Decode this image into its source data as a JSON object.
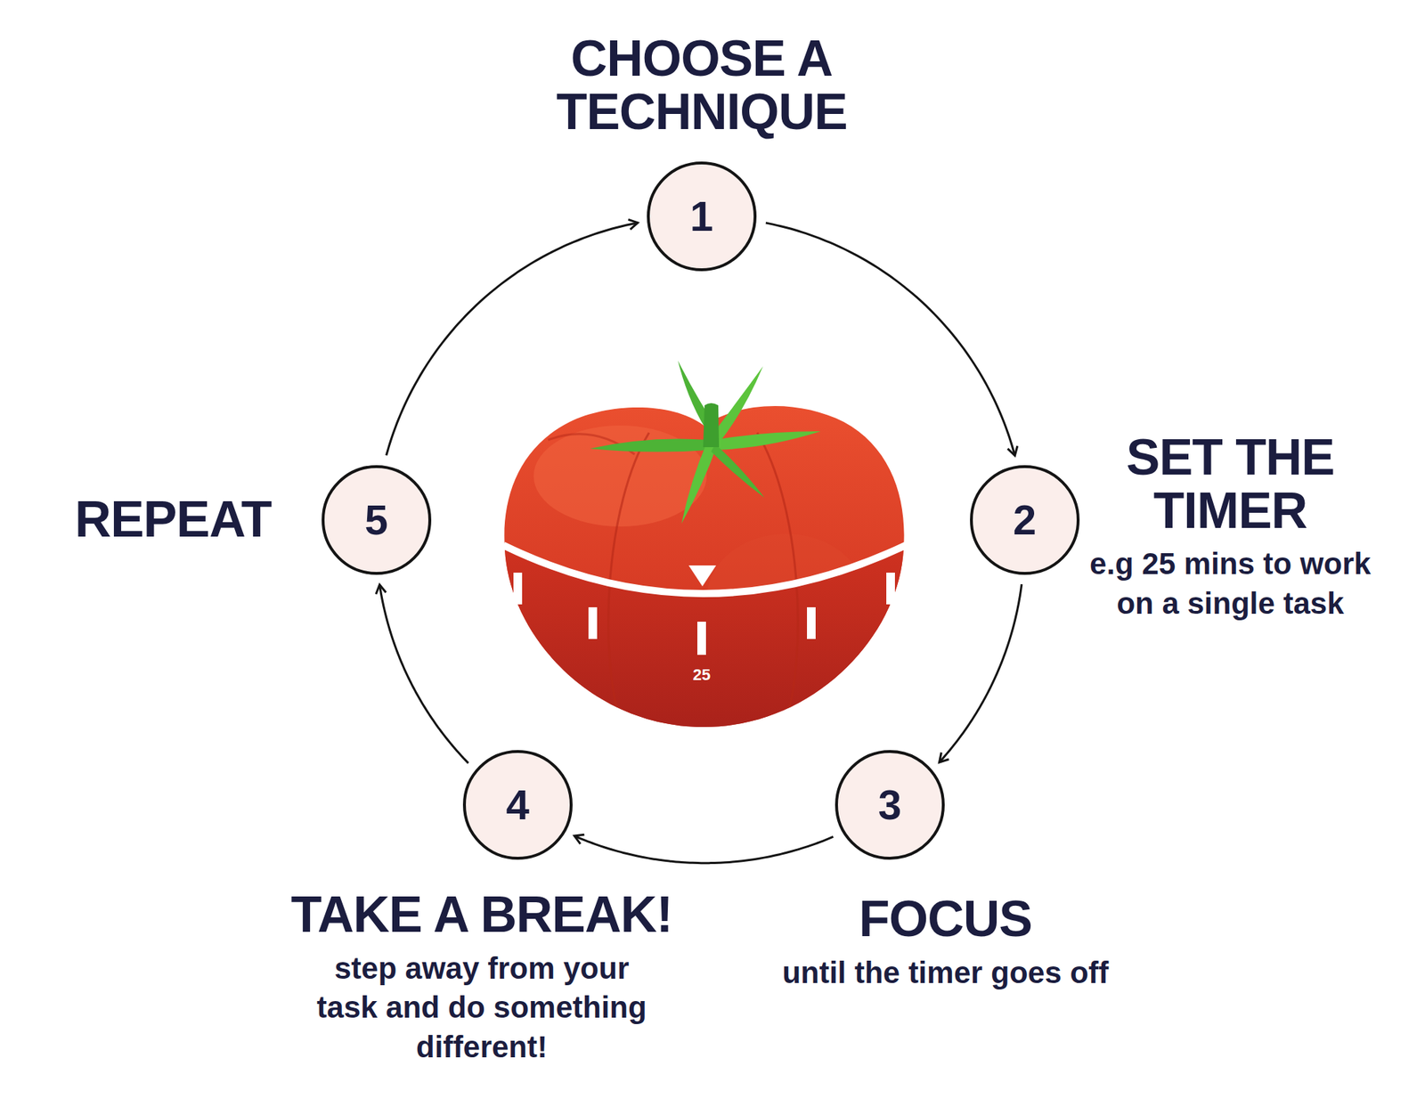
{
  "diagram": {
    "nodes": [
      {
        "text": [
          "1",
          "CHOOSE A TECHNIQUE"
        ]
      },
      {
        "text": [
          "2",
          "SET THE TIMER",
          "e.g 25 mins to work on a single task"
        ]
      },
      {
        "text": [
          "3",
          "FOCUS",
          "until the timer goes off"
        ]
      },
      {
        "text": [
          "4",
          "TAKE A BREAK!",
          "step away from your task and do something different!"
        ]
      },
      {
        "text": [
          "5",
          "REPEAT"
        ]
      }
    ],
    "edges": [
      {
        "from": 0,
        "to": 1,
        "arrow": "to"
      },
      {
        "from": 1,
        "to": 2,
        "arrow": "to"
      },
      {
        "from": 2,
        "to": 3,
        "arrow": "to"
      },
      {
        "from": 3,
        "to": 4,
        "arrow": "to"
      },
      {
        "from": 4,
        "to": 0,
        "arrow": "to"
      }
    ],
    "labels": [
      "25"
    ]
  }
}
